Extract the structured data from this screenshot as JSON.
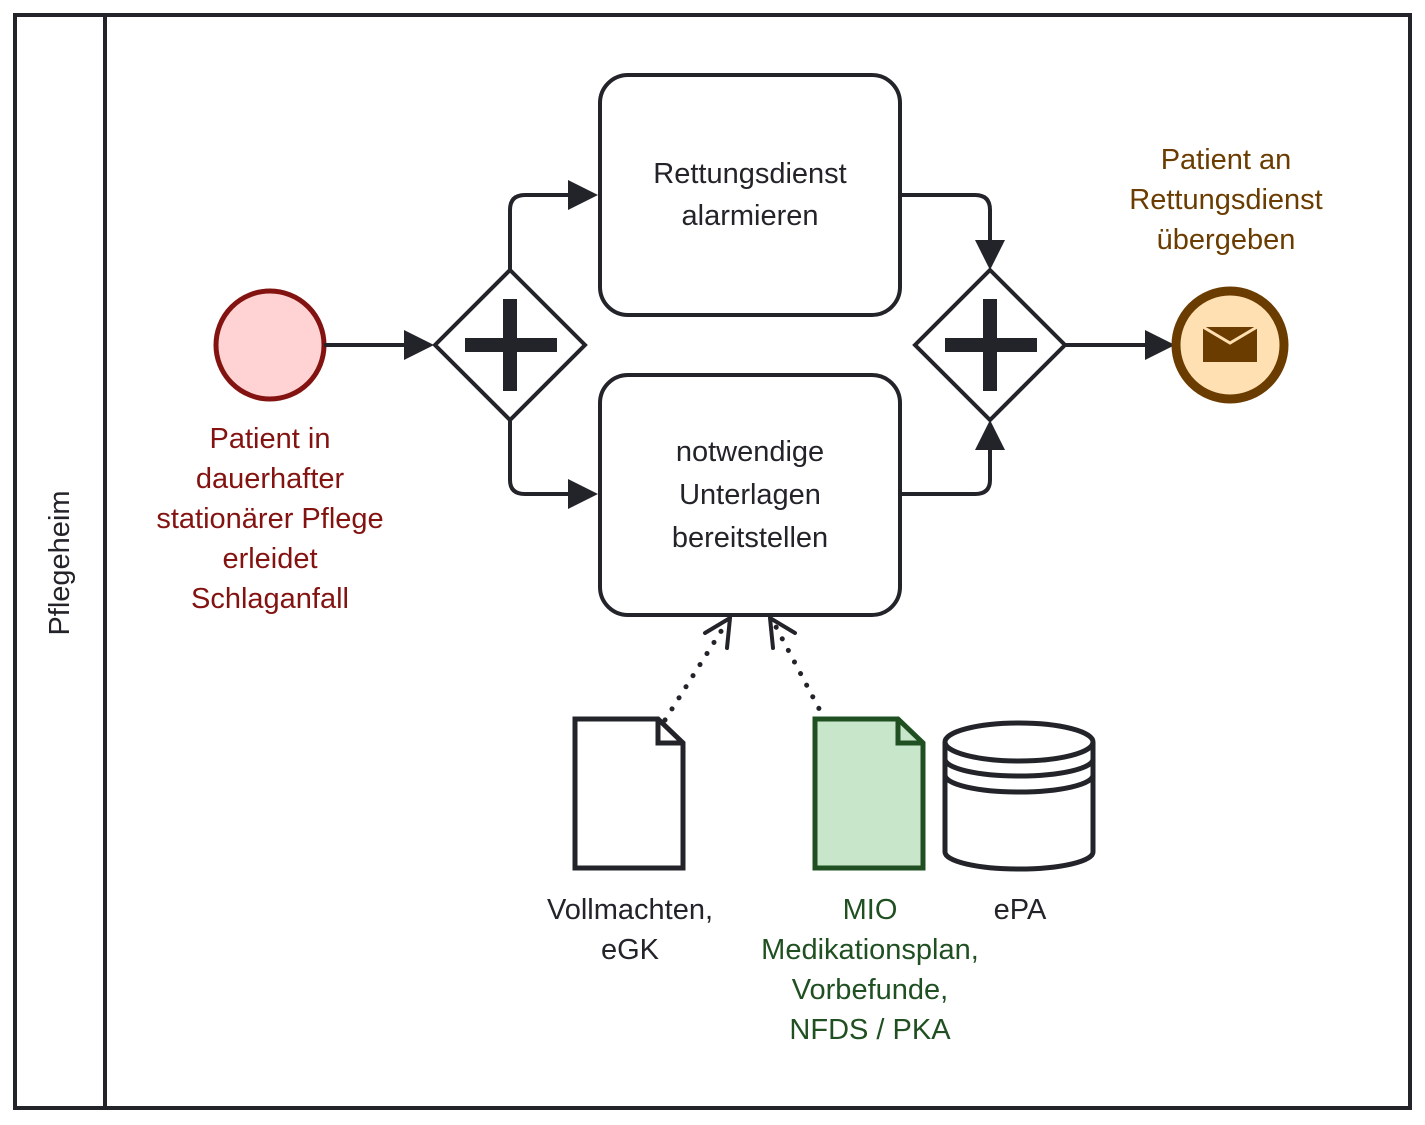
{
  "diagram": {
    "type": "BPMN process",
    "colors": {
      "stroke": "#22242a",
      "start_event_stroke": "#831311",
      "start_event_fill": "#ffd3d4",
      "end_event_stroke": "#6b3c00",
      "end_event_fill": "#ffe0b2",
      "data_object_green_stroke": "#205022",
      "data_object_green_fill": "#c8e6c9"
    },
    "lane": {
      "label": "Pflegeheim"
    },
    "start_event": {
      "label": "Patient in\ndauerhafter\nstationärer Pflege\nerleidet\nSchlaganfall"
    },
    "tasks": [
      {
        "id": "task-1",
        "label": "Rettungsdienst\nalarmieren"
      },
      {
        "id": "task-2",
        "label": "notwendige\nUnterlagen\nbereitstellen"
      }
    ],
    "gateways": [
      {
        "id": "split",
        "type": "parallel"
      },
      {
        "id": "join",
        "type": "parallel"
      }
    ],
    "end_event": {
      "label": "Patient an\nRettungsdienst\nübergeben",
      "type": "message"
    },
    "data_objects": [
      {
        "label": "Vollmachten,\neGK"
      },
      {
        "label": "MIO\nMedikationsplan,\nVorbefunde,\nNFDS / PKA"
      }
    ],
    "data_store": {
      "label": "ePA"
    }
  }
}
